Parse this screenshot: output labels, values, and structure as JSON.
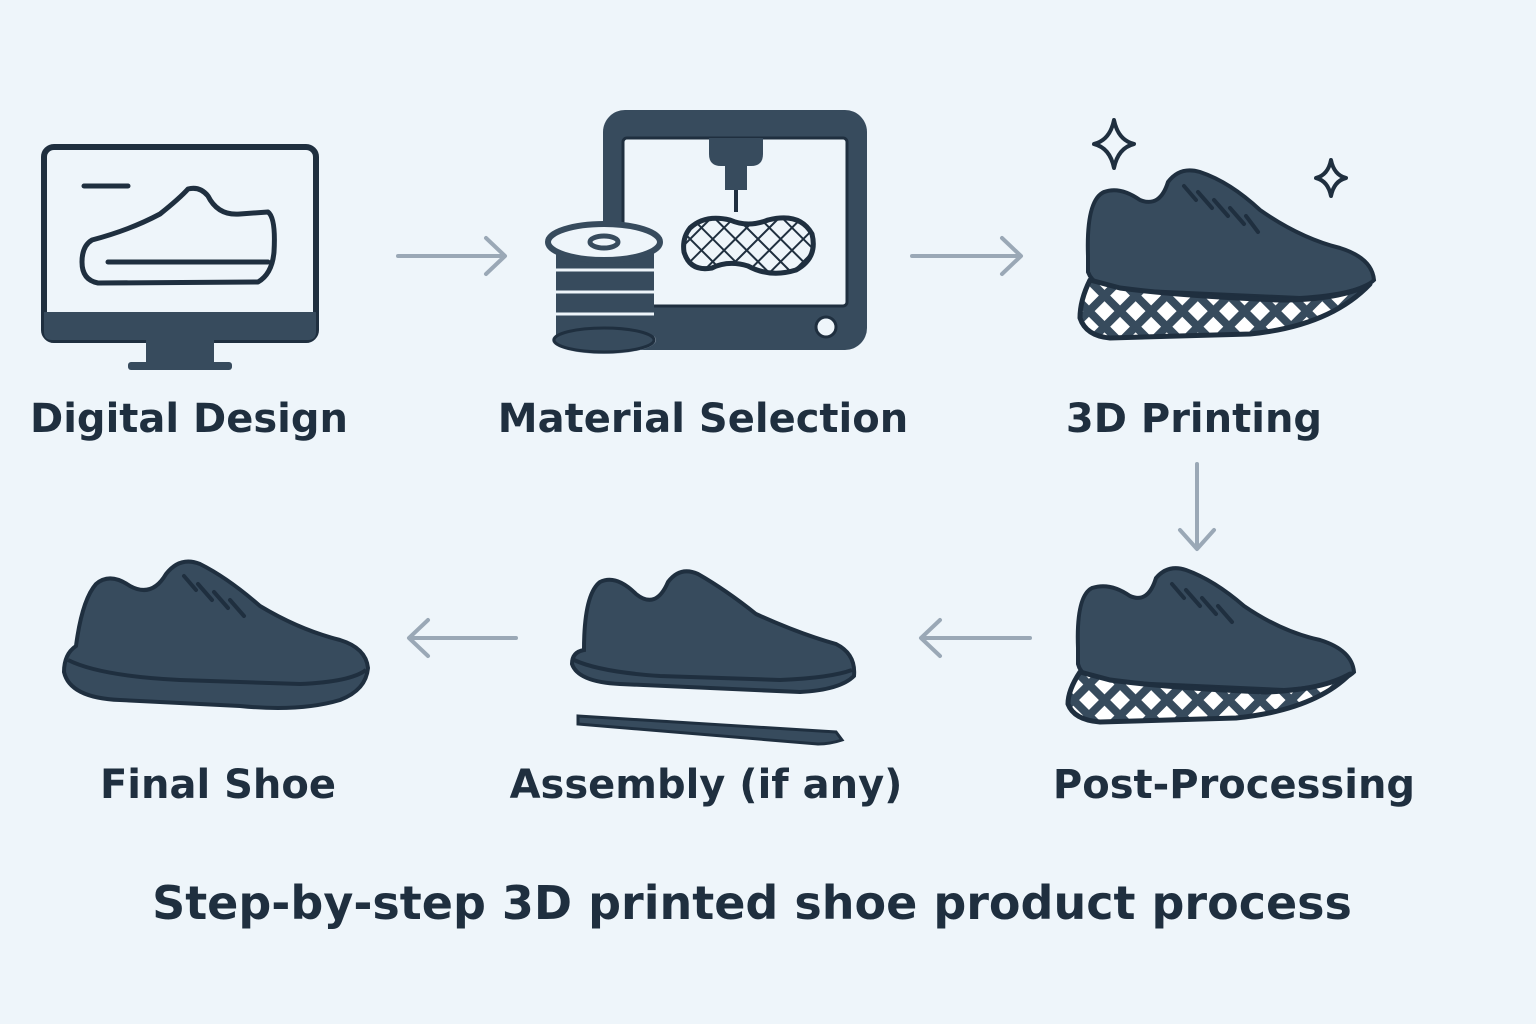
{
  "colors": {
    "background": "#eef5fa",
    "icon_fill": "#374b5d",
    "icon_outline": "#1f2f3f",
    "arrow": "#9aa8b6",
    "sole": "#ffffff"
  },
  "steps": [
    {
      "label": "Digital Design",
      "icon": "monitor-shoe-icon"
    },
    {
      "label": "Material Selection",
      "icon": "3d-printer-filament-icon"
    },
    {
      "label": "3D Printing",
      "icon": "printed-shoe-icon"
    },
    {
      "label": "Post-Processing",
      "icon": "lattice-sole-shoe-icon"
    },
    {
      "label": "Assembly (if any)",
      "icon": "shoe-insole-icon"
    },
    {
      "label": "Final Shoe",
      "icon": "finished-shoe-icon"
    }
  ],
  "caption": "Step-by-step 3D printed shoe product process"
}
